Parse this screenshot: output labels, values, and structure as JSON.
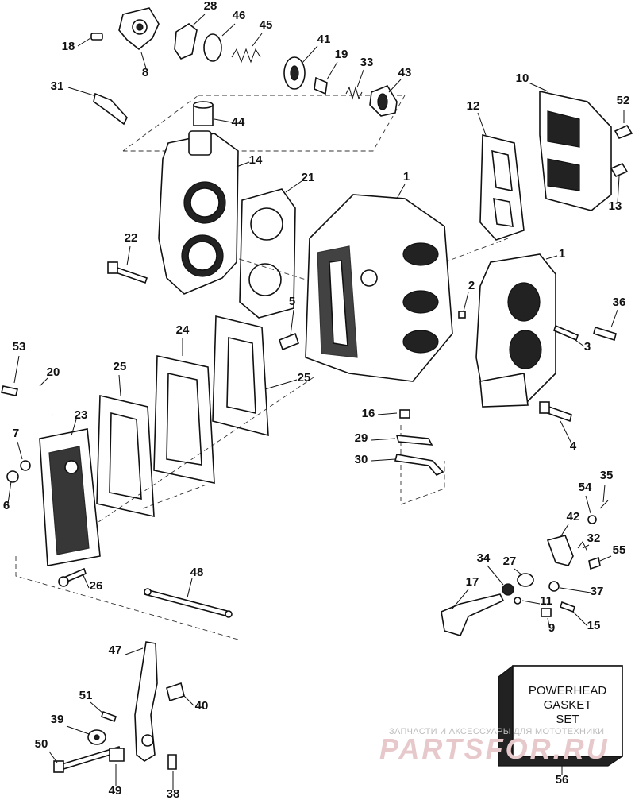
{
  "diagram": {
    "labels": [
      "28",
      "46",
      "45",
      "18",
      "8",
      "41",
      "19",
      "33",
      "43",
      "31",
      "44",
      "10",
      "52",
      "12",
      "14",
      "21",
      "1",
      "13",
      "22",
      "1",
      "5",
      "2",
      "36",
      "3",
      "53",
      "24",
      "20",
      "25",
      "25",
      "23",
      "4",
      "16",
      "7",
      "29",
      "30",
      "6",
      "35",
      "54",
      "42",
      "32",
      "55",
      "34",
      "27",
      "17",
      "11",
      "37",
      "26",
      "48",
      "9",
      "15",
      "47",
      "40",
      "51",
      "39",
      "50",
      "49",
      "38",
      "56"
    ],
    "gasket_box": {
      "line1": "POWERHEAD",
      "line2": "GASKET",
      "line3": "SET"
    }
  },
  "watermark": {
    "top_text": "ЗАПЧАСТИ И АКСЕССУАРЫ ДЛЯ МОТОТЕХНИКИ",
    "logo_text": "PARTSFOR.RU"
  }
}
